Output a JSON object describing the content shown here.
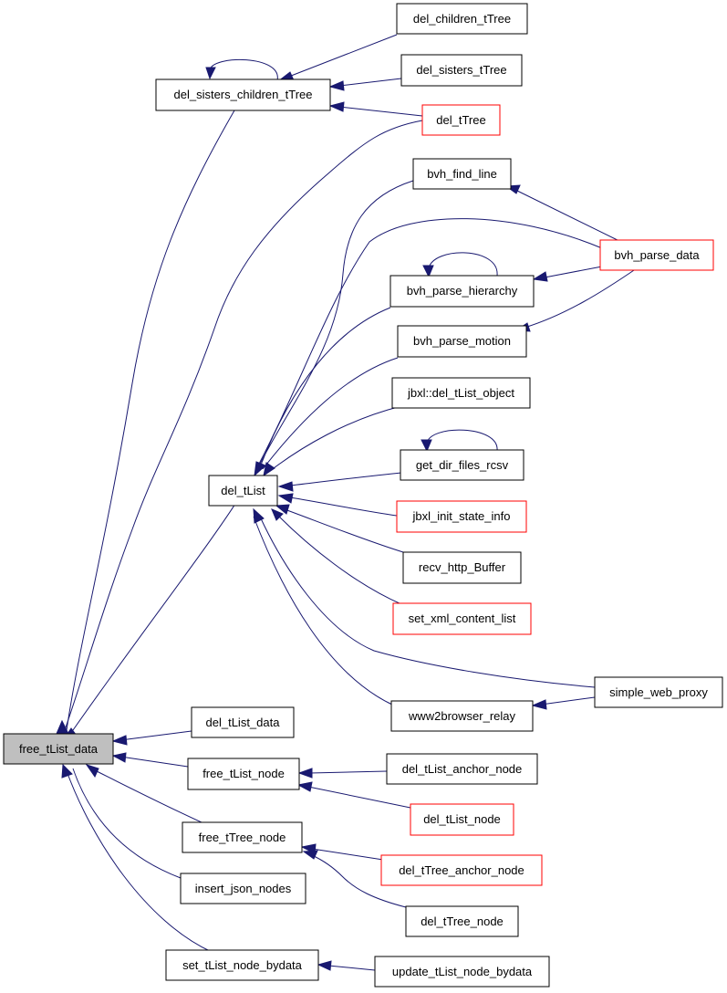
{
  "graph": {
    "nodes": {
      "free_tList_data": "free_tList_data",
      "del_sisters_children_tTree": "del_sisters_children_tTree",
      "del_children_tTree": "del_children_tTree",
      "del_sisters_tTree": "del_sisters_tTree",
      "del_tTree": "del_tTree",
      "bvh_find_line": "bvh_find_line",
      "bvh_parse_data": "bvh_parse_data",
      "bvh_parse_hierarchy": "bvh_parse_hierarchy",
      "bvh_parse_motion": "bvh_parse_motion",
      "jbxl_del_tList_object": "jbxl::del_tList_object",
      "get_dir_files_rcsv": "get_dir_files_rcsv",
      "del_tList": "del_tList",
      "jbxl_init_state_info": "jbxl_init_state_info",
      "recv_http_Buffer": "recv_http_Buffer",
      "set_xml_content_list": "set_xml_content_list",
      "simple_web_proxy": "simple_web_proxy",
      "www2browser_relay": "www2browser_relay",
      "del_tList_data": "del_tList_data",
      "free_tList_node": "free_tList_node",
      "del_tList_anchor_node": "del_tList_anchor_node",
      "del_tList_node": "del_tList_node",
      "free_tTree_node": "free_tTree_node",
      "del_tTree_anchor_node": "del_tTree_anchor_node",
      "insert_json_nodes": "insert_json_nodes",
      "del_tTree_node": "del_tTree_node",
      "set_tList_node_bydata": "set_tList_node_bydata",
      "update_tList_node_bydata": "update_tList_node_bydata"
    },
    "colors": {
      "edge": "#191970",
      "border_default": "#000000",
      "border_highlight": "#ff0000",
      "current_fill": "#bfbfbf"
    }
  }
}
